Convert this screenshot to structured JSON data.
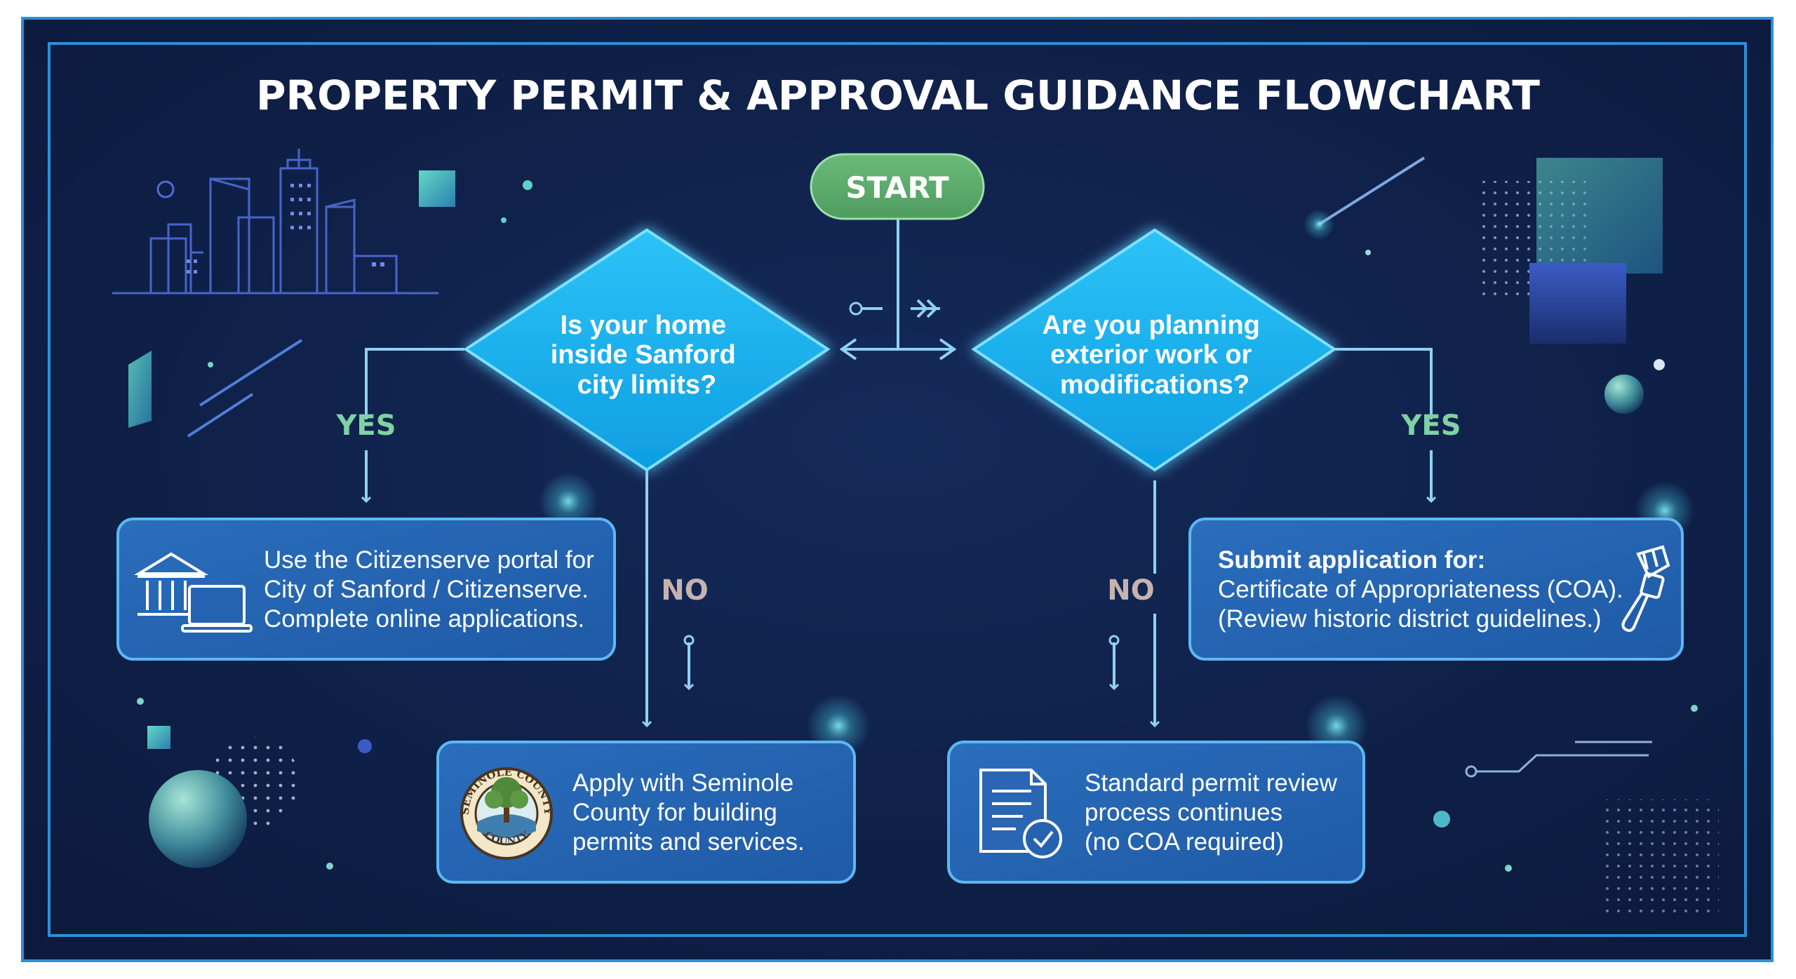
{
  "title": "PROPERTY PERMIT & APPROVAL GUIDANCE FLOWCHART",
  "start": "START",
  "decision_left": {
    "lines": [
      "Is your home",
      "inside Sanford",
      "city limits?"
    ]
  },
  "decision_right": {
    "lines": [
      "Are you planning",
      "exterior work or",
      "modifications?"
    ]
  },
  "labels": {
    "yes_left": "YES",
    "yes_right": "YES",
    "no_left": "NO",
    "no_right": "NO"
  },
  "box_citizenserve": {
    "lines": [
      "Use the Citizenserve portal for",
      "City of Sanford / Citizenserve.",
      "Complete online applications."
    ]
  },
  "box_coa": {
    "heading": "Submit application for:",
    "lines": [
      "Certificate of Appropriateness (COA).",
      "(Review historic district guidelines.)"
    ]
  },
  "box_seminole": {
    "lines": [
      "Apply with Seminole",
      "County for building",
      "permits and services."
    ]
  },
  "box_standard": {
    "lines": [
      "Standard permit review",
      "process continues",
      "(no COA required)"
    ]
  },
  "seal": {
    "top": "SEMINOLE COUNTY",
    "bottom": "COUNTY"
  },
  "icons": {
    "citizenserve": "government-building-laptop-icon",
    "coa": "paintbrush-icon",
    "seminole": "county-seal-icon",
    "standard": "document-check-icon"
  },
  "colors": {
    "background": "#0f1f45",
    "frame": "#2d8fd6",
    "diamond": "#1ab2f0",
    "box": "#2563b0",
    "start": "#5cac6c",
    "yes": "#7ed2a3",
    "no": "#c8b2ae",
    "line": "#8fd0f4"
  }
}
